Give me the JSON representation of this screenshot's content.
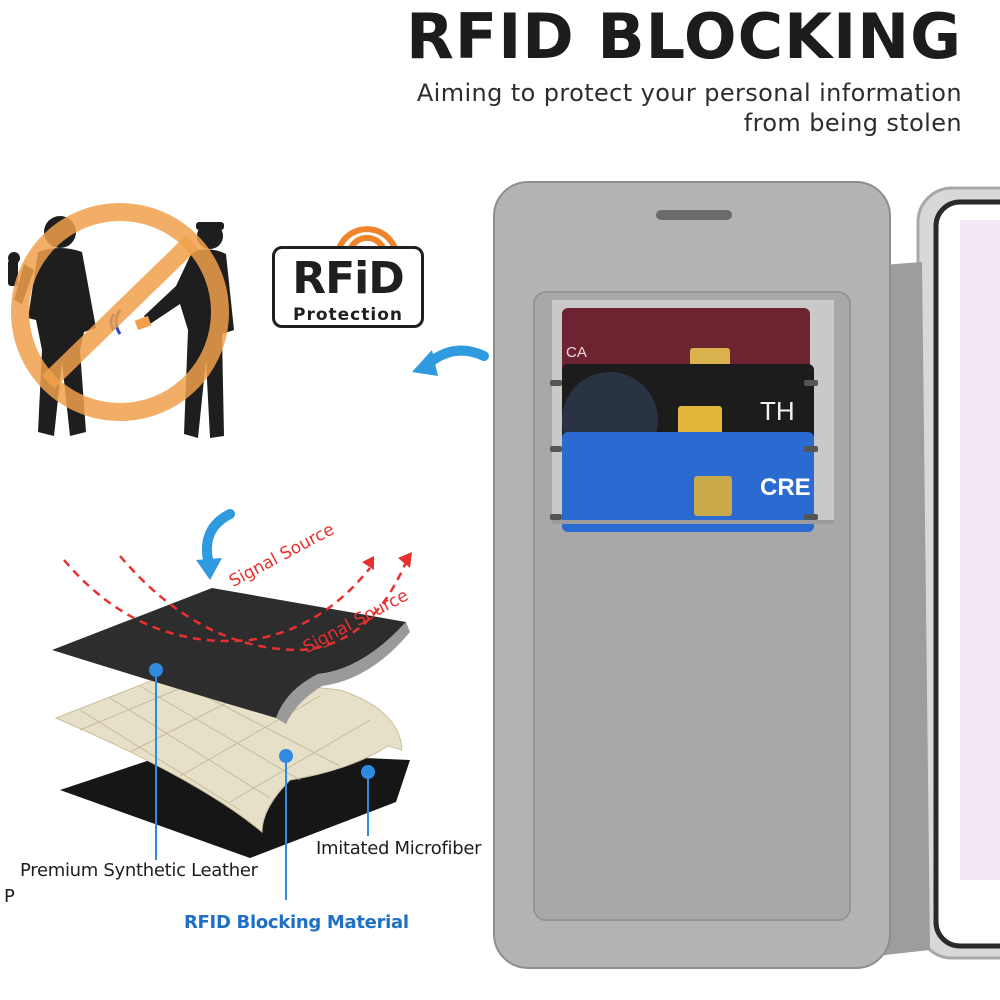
{
  "header": {
    "title": "RFID BLOCKING",
    "subtitle": "Aiming to protect your personal information from being stolen"
  },
  "badge": {
    "word": "RFiD",
    "sub": "Protection"
  },
  "layers": {
    "signal_1": "Signal Source",
    "signal_2": "Signal Source",
    "leather": "Premium Synthetic Leather",
    "microfiber": "Imitated Microfiber",
    "blocking": "RFID Blocking Material",
    "cut": "P"
  },
  "cards": {
    "red_text": "CA",
    "black_text": "TH",
    "blue_text": "CRE"
  },
  "colors": {
    "accent_blue": "#1f6fc4",
    "signal_red": "#e8302f",
    "no_sign_orange": "#f0a04b",
    "case_gray": "#a9a9a9"
  }
}
